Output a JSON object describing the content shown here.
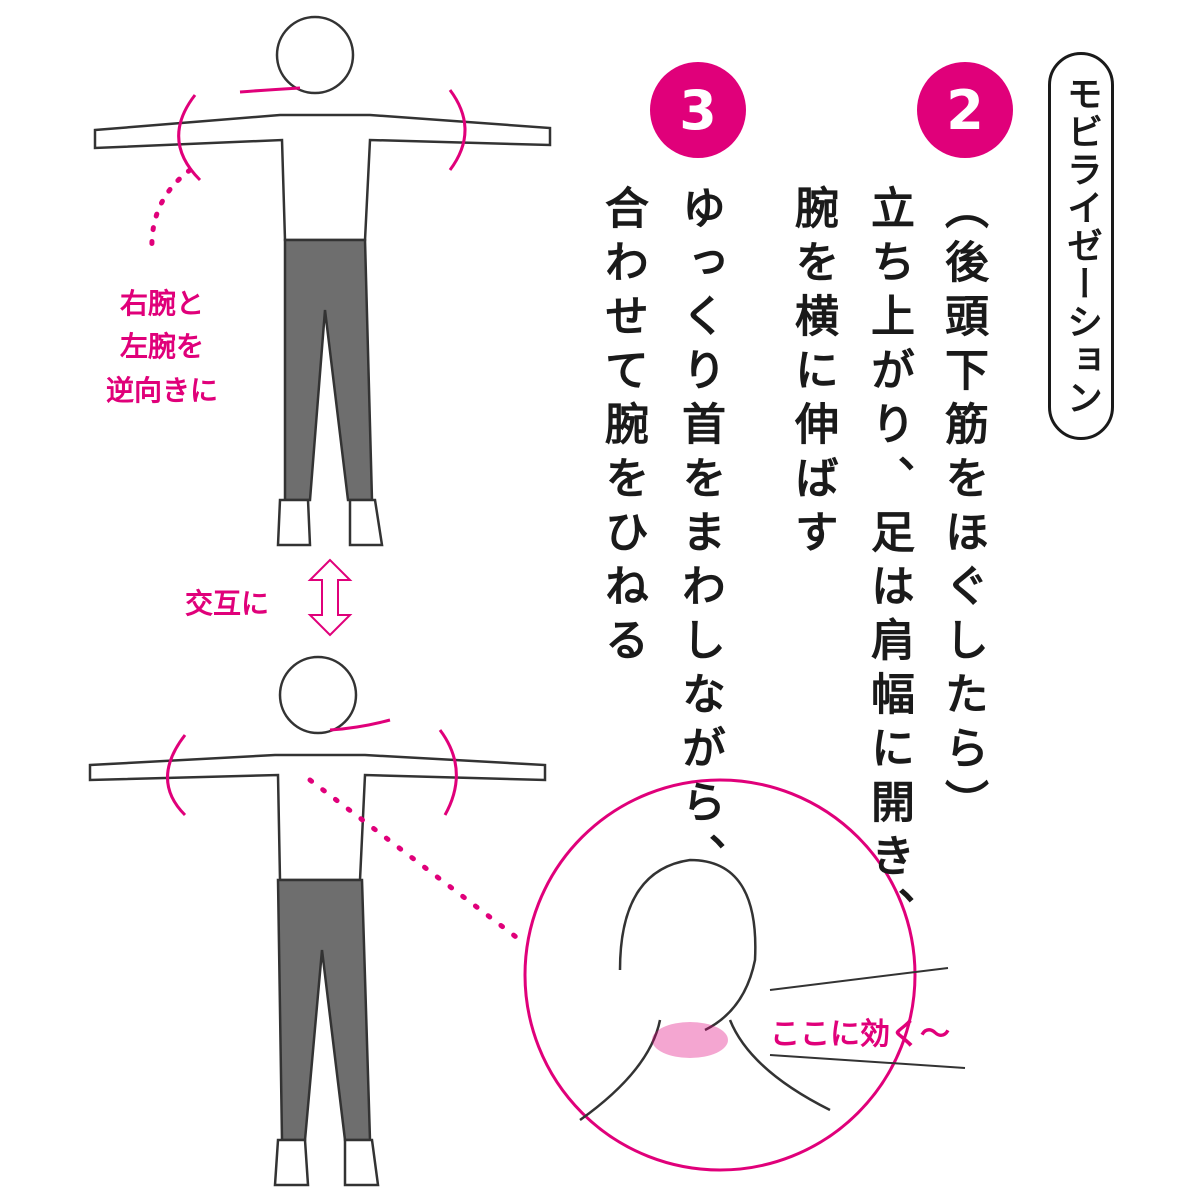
{
  "title": "モビライゼーション",
  "steps": [
    {
      "number": "2",
      "lines": [
        "（後頭下筋をほぐしたら）",
        "立ち上がり、足は肩幅に開き、",
        "腕を横に伸ばす"
      ]
    },
    {
      "number": "3",
      "lines": [
        "ゆっくり首をまわしながら、",
        "合わせて腕をひねる"
      ]
    }
  ],
  "annotations": {
    "arms": [
      "右腕と",
      "左腕を",
      "逆向きに"
    ],
    "alternate": "交互に",
    "effect": "ここに効く～"
  },
  "colors": {
    "accent": "#e0007a",
    "text": "#1a1a1a",
    "pants": "#6e6e6e"
  }
}
